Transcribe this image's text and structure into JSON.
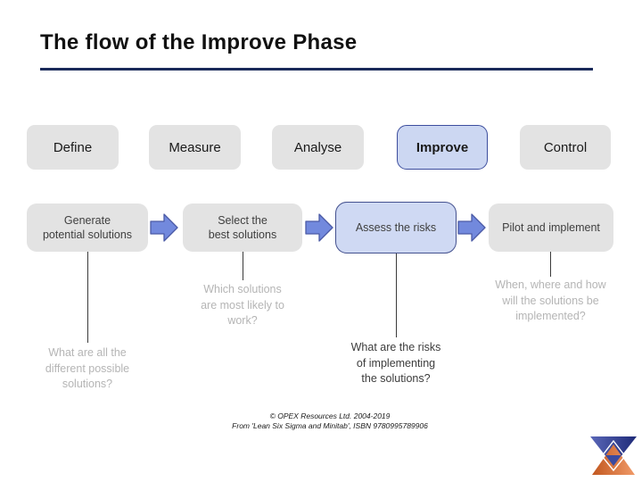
{
  "slide": {
    "title": "The flow of the Improve Phase"
  },
  "phases": [
    {
      "label": "Define",
      "highlighted": false
    },
    {
      "label": "Measure",
      "highlighted": false
    },
    {
      "label": "Analyse",
      "highlighted": false
    },
    {
      "label": "Improve",
      "highlighted": true
    },
    {
      "label": "Control",
      "highlighted": false
    }
  ],
  "flow_steps": [
    {
      "label": "Generate\npotential solutions",
      "highlighted": false
    },
    {
      "label": "Select the\nbest solutions",
      "highlighted": false
    },
    {
      "label": "Assess the risks",
      "highlighted": true
    },
    {
      "label": "Pilot and implement",
      "highlighted": false
    }
  ],
  "questions": [
    {
      "text": "What are all the\ndifferent possible\nsolutions?",
      "muted": true
    },
    {
      "text": "Which solutions\nare most likely to\nwork?",
      "muted": true
    },
    {
      "text": "What are the risks\nof implementing\nthe solutions?",
      "muted": false
    },
    {
      "text": "When, where and how\nwill the solutions be\nimplemented?",
      "muted": true
    }
  ],
  "footer": {
    "line1": "© OPEX Resources Ltd. 2004-2019",
    "line2": "From 'Lean Six Sigma and Minitab', ISBN 9780995789906"
  },
  "colors": {
    "accent_rule": "#1b2a5a",
    "box_gray": "#e3e3e3",
    "highlight_fill": "#ccd7f2",
    "highlight_border": "#3d4e9e",
    "arrow_fill": "#7289dd",
    "arrow_border": "#4b5aa6",
    "muted_text": "#b5b5b5",
    "logo_blue": "#2e3c8f",
    "logo_orange": "#d3641f"
  }
}
